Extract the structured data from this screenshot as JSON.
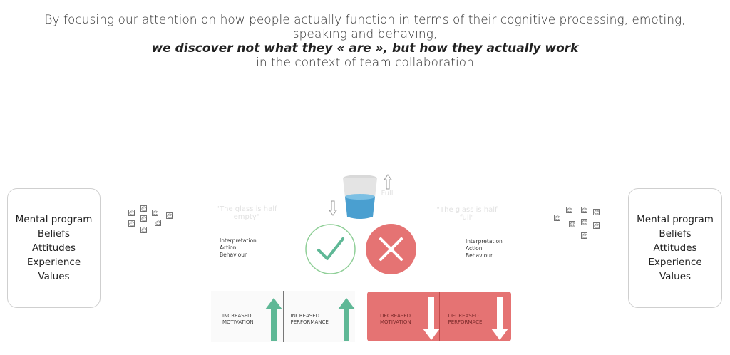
{
  "header": {
    "line1": "By focusing our attention on how people actually function in terms of their cognitive processing, emoting, speaking and behaving,",
    "line2": "we discover not what they « are », but how they actually work",
    "line3": "in the context of team collaboration"
  },
  "left_box": {
    "lines": [
      "Mental program",
      "Beliefs",
      "Attitudes",
      "Experience",
      "Values"
    ]
  },
  "right_box": {
    "lines": [
      "Mental program",
      "Beliefs",
      "Attitudes",
      "Experience",
      "Values"
    ]
  },
  "left_quote": [
    "\"The glass is half",
    "empty\""
  ],
  "right_quote": [
    "\"The glass is half",
    "full\""
  ],
  "left_list": [
    "Interpretation",
    "Action",
    "Behaviour"
  ],
  "right_list": [
    "Interpretation",
    "Action",
    "Behaviour"
  ],
  "glass_label": "Full",
  "green_panel": {
    "left": [
      "INCREASED",
      "MOTIVATION"
    ],
    "right": [
      "INCREASED",
      "PERFORMANCE"
    ]
  },
  "red_panel": {
    "left": [
      "DECREASED",
      "MOTIVATION"
    ],
    "right": [
      "DECREASED",
      "PERFORMACE"
    ]
  },
  "colors": {
    "green": "#5fb896",
    "green_outline": "#8fcf97",
    "red": "#e57373",
    "water": "#4a9fd0",
    "glass": "#d9d9d9"
  },
  "icons": {
    "check": "check-icon",
    "cross": "cross-icon",
    "up_arrow": "arrow-up-icon",
    "down_arrow": "arrow-down-icon",
    "glass": "glass-icon",
    "people": "person-icon"
  }
}
